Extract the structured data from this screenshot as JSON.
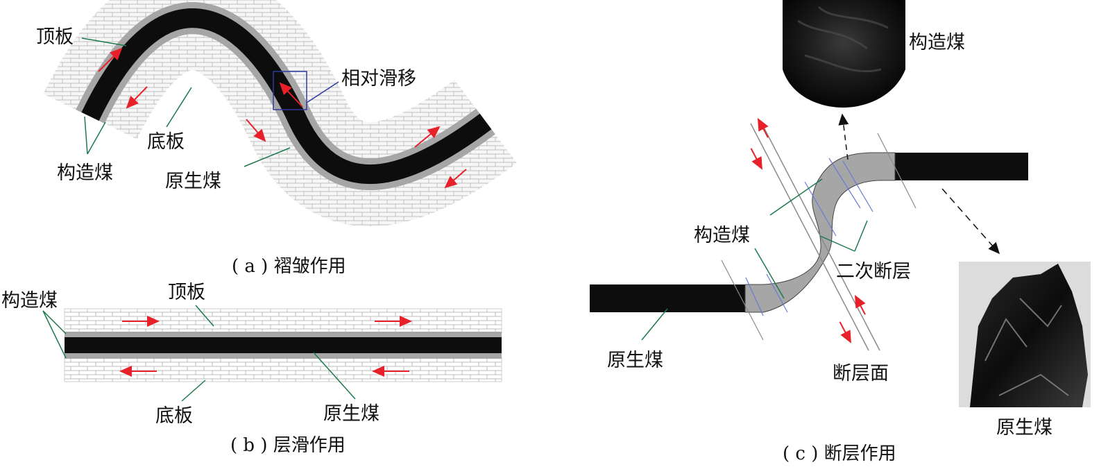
{
  "panel_a": {
    "label_roof": "顶板",
    "label_slip": "相对滑移",
    "label_floor": "底板",
    "label_tectonic_coal": "构造煤",
    "label_primary_coal": "原生煤",
    "caption": "( a ) 褶皱作用"
  },
  "panel_b": {
    "label_tectonic_coal": "构造煤",
    "label_roof": "顶板",
    "label_floor": "底板",
    "label_primary_coal": "原生煤",
    "caption": "( b ) 层滑作用"
  },
  "panel_c": {
    "label_tectonic_coal_photo": "构造煤",
    "label_tectonic_coal": "构造煤",
    "label_secondary_fault": "二次断层",
    "label_primary_coal": "原生煤",
    "label_fault_plane": "断层面",
    "label_primary_coal_photo": "原生煤",
    "caption": "( c )  断层作用"
  },
  "colors": {
    "coal": "#0d0d0d",
    "tectonic_coal": "#a6a6a6",
    "leader": "#1b7a4c",
    "arrow": "#e8202a",
    "slip_box": "#2e3a9e",
    "fault_line": "#8a8a8a",
    "fault_blue": "#6a78d8"
  }
}
